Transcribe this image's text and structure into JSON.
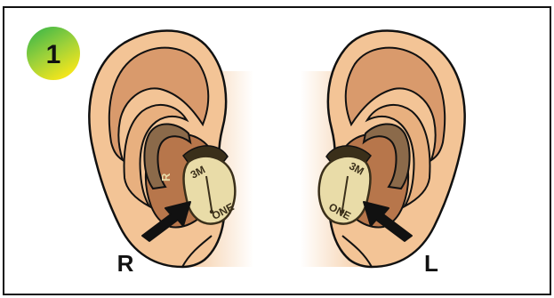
{
  "step": {
    "number": "1"
  },
  "labels": {
    "right": "R",
    "left": "L"
  },
  "earpiece": {
    "top_text": "3M",
    "bottom_text": "ONE",
    "stem_letter": "R"
  },
  "colors": {
    "frame": "#111111",
    "skin": "#f3c496",
    "skin_shadow": "#d99a6c",
    "skin_dark": "#b7764b",
    "device": "#e9dca8",
    "device_edge": "#3a2f1a",
    "tube": "#8b6a4a",
    "badge_top": "#2fb34a",
    "badge_bottom": "#f2e51c"
  }
}
